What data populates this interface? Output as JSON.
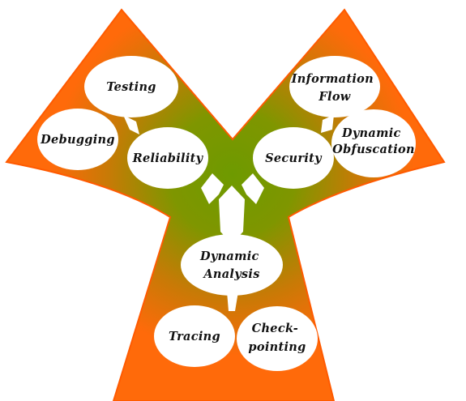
{
  "colors": {
    "outer": "#ff6a0a",
    "inner": "#6e9a00",
    "bubble": "#ffffff",
    "text": "#111111"
  },
  "diagram": {
    "nodes": {
      "testing": {
        "lines": [
          "Testing"
        ]
      },
      "debugging": {
        "lines": [
          "Debugging"
        ]
      },
      "reliability": {
        "lines": [
          "Reliability"
        ]
      },
      "information_flow": {
        "lines": [
          "Information",
          "Flow"
        ]
      },
      "security": {
        "lines": [
          "Security"
        ]
      },
      "dynamic_obfuscation": {
        "lines": [
          "Dynamic",
          "Obfuscation"
        ]
      },
      "dynamic_analysis": {
        "lines": [
          "Dynamic",
          "Analysis"
        ]
      },
      "tracing": {
        "lines": [
          "Tracing"
        ]
      },
      "checkpointing": {
        "lines": [
          "Check-",
          "pointing"
        ]
      }
    }
  }
}
